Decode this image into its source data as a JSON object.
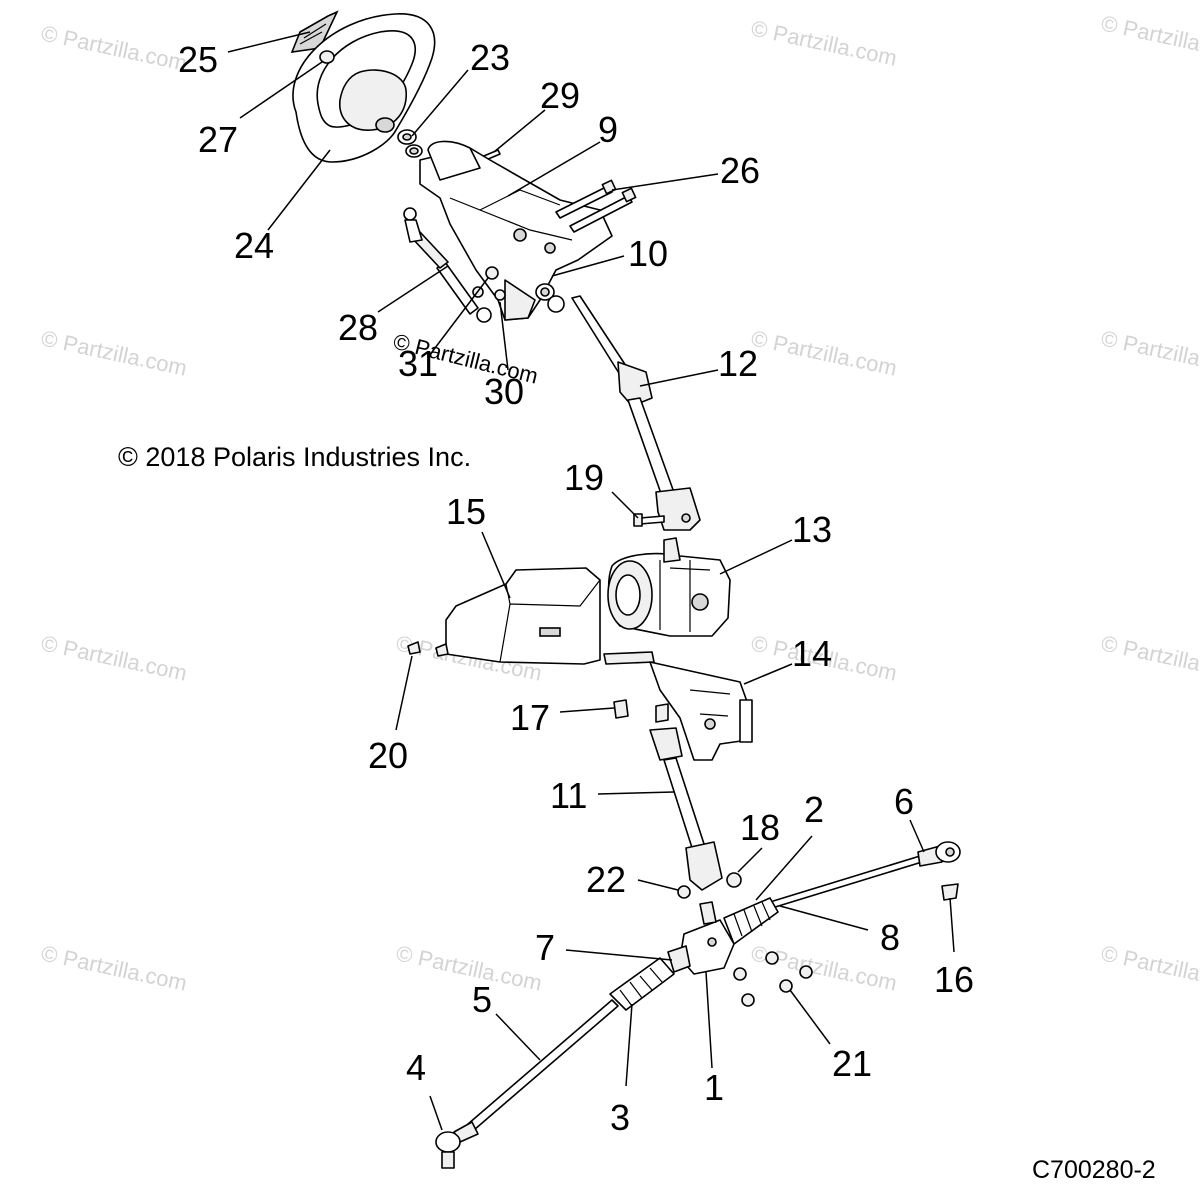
{
  "copyright": "© 2018 Polaris Industries Inc.",
  "watermark": "© Partzilla.com",
  "figure_id": "C700280-2",
  "callouts": [
    "1",
    "2",
    "3",
    "4",
    "5",
    "6",
    "7",
    "8",
    "9",
    "10",
    "11",
    "12",
    "13",
    "14",
    "15",
    "16",
    "17",
    "18",
    "19",
    "20",
    "21",
    "22",
    "23",
    "24",
    "25",
    "26",
    "27",
    "28",
    "29",
    "30",
    "31"
  ]
}
